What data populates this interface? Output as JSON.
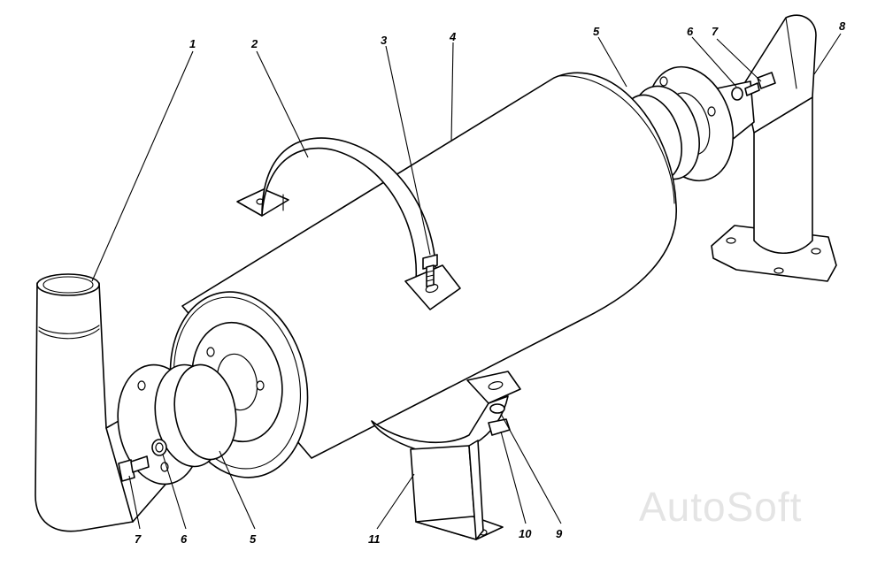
{
  "callouts": [
    {
      "id": "c1a",
      "label": "1"
    },
    {
      "id": "c2",
      "label": "2"
    },
    {
      "id": "c3",
      "label": "3"
    },
    {
      "id": "c4",
      "label": "4"
    },
    {
      "id": "c5a",
      "label": "5"
    },
    {
      "id": "c6a",
      "label": "6"
    },
    {
      "id": "c7a",
      "label": "7"
    },
    {
      "id": "c8",
      "label": "8"
    },
    {
      "id": "c7b",
      "label": "7"
    },
    {
      "id": "c6b",
      "label": "6"
    },
    {
      "id": "c5b",
      "label": "5"
    },
    {
      "id": "c11",
      "label": "11"
    },
    {
      "id": "c10",
      "label": "10"
    },
    {
      "id": "c9",
      "label": "9"
    }
  ],
  "watermark": "AutoSoft",
  "colors": {
    "ink": "#000000",
    "paper": "#ffffff",
    "watermark": "#e4e4e4"
  }
}
